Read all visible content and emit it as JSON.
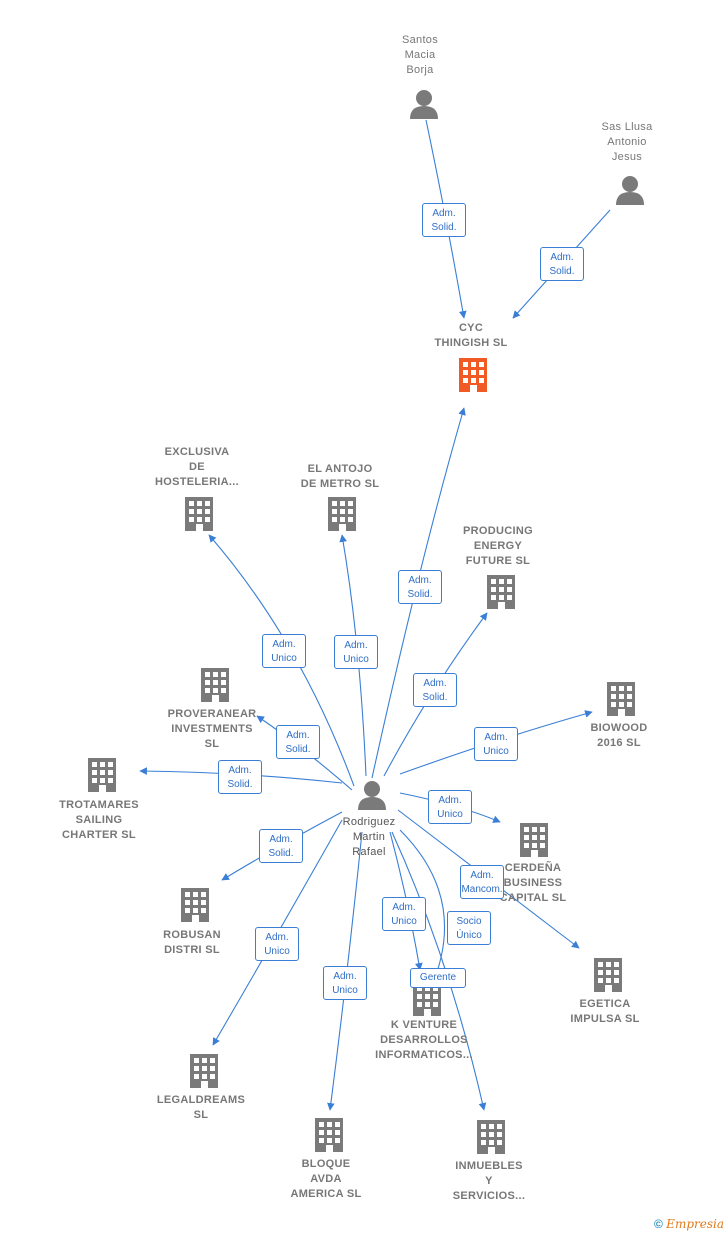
{
  "colors": {
    "edge": "#3a7fd5",
    "node": "#777777",
    "highlight": "#f15a24"
  },
  "nodes": {
    "santos": {
      "label": "Santos\nMacia\nBorja",
      "kind": "person"
    },
    "sas": {
      "label": "Sas Llusa\nAntonio\nJesus",
      "kind": "person"
    },
    "cyc": {
      "label": "CYC\nTHINGISH  SL",
      "kind": "company-highlight"
    },
    "exclusiva": {
      "label": "EXCLUSIVA\nDE\nHOSTELERIA...",
      "kind": "company"
    },
    "antojo": {
      "label": "EL ANTOJO\nDE METRO  SL",
      "kind": "company"
    },
    "producing": {
      "label": "PRODUCING\nENERGY\nFUTURE SL",
      "kind": "company"
    },
    "proveranear": {
      "label": "PROVERANEAR\nINVESTMENTS\nSL",
      "kind": "company"
    },
    "biowood": {
      "label": "BIOWOOD\n2016  SL",
      "kind": "company"
    },
    "trotamares": {
      "label": "TROTAMARES\nSAILING\nCHARTER  SL",
      "kind": "company"
    },
    "rodriguez": {
      "label": "Rodriguez\nMartin\nRafael",
      "kind": "person-main"
    },
    "cerdena": {
      "label": "CERDEÑA\nBUSINESS\nCAPITAL SL",
      "kind": "company"
    },
    "robusan": {
      "label": "ROBUSAN\nDISTRI  SL",
      "kind": "company"
    },
    "egetica": {
      "label": "EGETICA\nIMPULSA SL",
      "kind": "company"
    },
    "kventure": {
      "label": "K VENTURE\nDESARROLLOS\nINFORMATICOS...",
      "kind": "company"
    },
    "legaldreams": {
      "label": "LEGALDREAMS\nSL",
      "kind": "company"
    },
    "bloque": {
      "label": "BLOQUE\nAVDA\nAMERICA  SL",
      "kind": "company"
    },
    "inmuebles": {
      "label": "INMUEBLES\nY\nSERVICIOS...",
      "kind": "company"
    }
  },
  "relations": {
    "santos_cyc": "Adm.\nSolid.",
    "sas_cyc": "Adm.\nSolid.",
    "rod_cyc": "Adm.\nSolid.",
    "rod_exclusiva": "Adm.\nUnico",
    "rod_antojo": "Adm.\nUnico",
    "rod_producing": "Adm.\nSolid.",
    "rod_proveranear": "Adm.\nSolid.",
    "rod_biowood": "Adm.\nUnico",
    "rod_trotamares": "Adm.\nSolid.",
    "rod_cerdena": "Adm.\nUnico",
    "rod_egetica": "Adm.\nMancom.",
    "rod_robusan": "Adm.\nSolid.",
    "rod_legaldreams": "Adm.\nUnico",
    "rod_bloque": "Adm.\nUnico",
    "rod_kventure_adm": "Adm.\nUnico",
    "rod_kventure_gerente": "Gerente",
    "rod_inmuebles": "Socio\nÚnico"
  },
  "watermark": {
    "symbol": "©",
    "brand_first": "E",
    "brand_rest": "mpresia"
  }
}
